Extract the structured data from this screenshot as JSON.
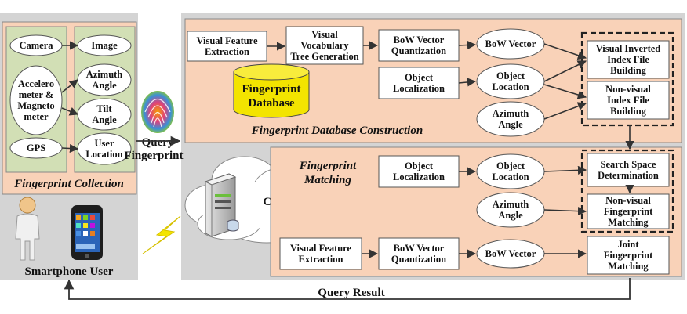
{
  "colors": {
    "panel_gray": "#d4d4d4",
    "panel_peach": "#f9d2b8",
    "panel_green": "#d2dfb5",
    "database_yellow": "#f3e400",
    "node_fill": "#ffffff",
    "arrow": "#333333"
  },
  "collection": {
    "title": "Fingerprint Collection",
    "sensors": [
      "Camera",
      "Accelero meter & Magneto meter",
      "GPS"
    ],
    "sensor_lines": [
      [
        "Camera"
      ],
      [
        "Accelero",
        "meter &",
        "Magneto",
        "meter"
      ],
      [
        "GPS"
      ]
    ],
    "outputs": [
      "Image",
      "Azimuth Angle",
      "Tilt Angle",
      "User Location"
    ],
    "output_lines": [
      [
        "Image"
      ],
      [
        "Azimuth",
        "Angle"
      ],
      [
        "Tilt",
        "Angle"
      ],
      [
        "User",
        "Location"
      ]
    ]
  },
  "user": {
    "label": "Smartphone User",
    "icons": [
      "person-icon",
      "smartphone-icon",
      "lightning-icon"
    ]
  },
  "query": {
    "fingerprint_lines": [
      "Query",
      "Fingerprint"
    ],
    "result": "Query Result",
    "fingerprint_icon": "fingerprint-icon"
  },
  "cloud": {
    "label": "Cloud",
    "icon": "server-icon"
  },
  "construction": {
    "title": "Fingerprint Database Construction",
    "database_lines": [
      "Fingerprint",
      "Database"
    ],
    "steps": [
      {
        "id": "vfe",
        "lines": [
          "Visual Feature",
          "Extraction"
        ]
      },
      {
        "id": "vvt",
        "lines": [
          "Visual",
          "Vocabulary",
          "Tree Generation"
        ]
      },
      {
        "id": "bowq",
        "lines": [
          "BoW Vector",
          "Quantization"
        ]
      },
      {
        "id": "bowv",
        "lines": [
          "BoW Vector"
        ]
      },
      {
        "id": "vii",
        "lines": [
          "Visual Inverted",
          "Index File",
          "Building"
        ]
      },
      {
        "id": "ol",
        "lines": [
          "Object",
          "Localization"
        ]
      },
      {
        "id": "oloc",
        "lines": [
          "Object",
          "Location"
        ]
      },
      {
        "id": "nvi",
        "lines": [
          "Non-visual",
          "Index File",
          "Building"
        ]
      },
      {
        "id": "az",
        "lines": [
          "Azimuth",
          "Angle"
        ]
      }
    ]
  },
  "matching": {
    "title_lines": [
      "Fingerprint",
      "Matching"
    ],
    "steps": [
      {
        "id": "ol2",
        "lines": [
          "Object",
          "Localization"
        ]
      },
      {
        "id": "oloc2",
        "lines": [
          "Object",
          "Location"
        ]
      },
      {
        "id": "ssd",
        "lines": [
          "Search Space",
          "Determination"
        ]
      },
      {
        "id": "az2",
        "lines": [
          "Azimuth",
          "Angle"
        ]
      },
      {
        "id": "nvfm",
        "lines": [
          "Non-visual",
          "Fingerprint",
          "Matching"
        ]
      },
      {
        "id": "vfe2",
        "lines": [
          "Visual Feature",
          "Extraction"
        ]
      },
      {
        "id": "bowq2",
        "lines": [
          "BoW Vector",
          "Quantization"
        ]
      },
      {
        "id": "bowv2",
        "lines": [
          "BoW Vector"
        ]
      },
      {
        "id": "jfm",
        "lines": [
          "Joint",
          "Fingerprint",
          "Matching"
        ]
      }
    ]
  }
}
